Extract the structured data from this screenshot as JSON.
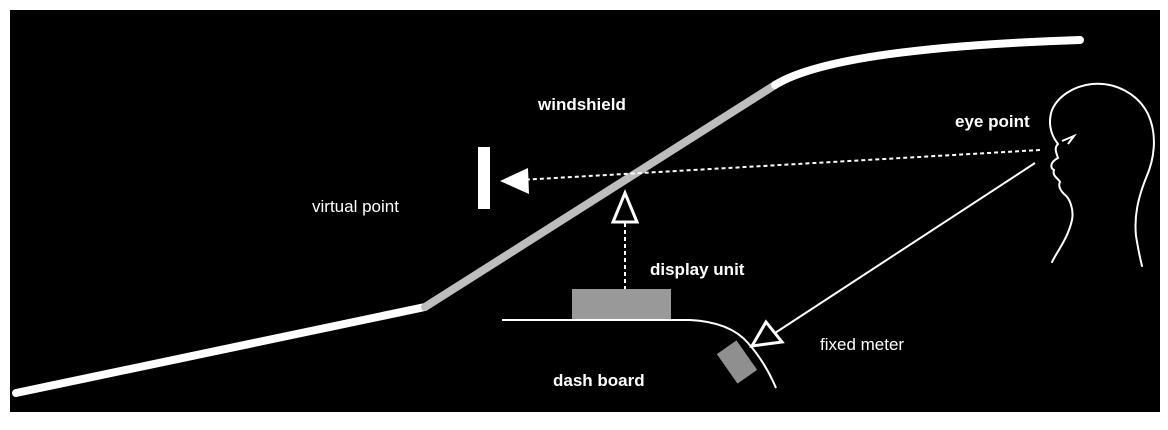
{
  "labels": {
    "windshield": "windshield",
    "eye_point": "eye point",
    "virtual_point": "virtual point",
    "display_unit": "display unit",
    "fixed_meter": "fixed meter",
    "dash_board": "dash board"
  },
  "colors": {
    "background": "#000000",
    "frame": "#ffffff",
    "windshield_light": "#ffffff",
    "windshield_grey": "#bdbdbd",
    "display_unit": "#999999",
    "fixed_meter": "#8f8f8f",
    "lines": "#ffffff"
  }
}
